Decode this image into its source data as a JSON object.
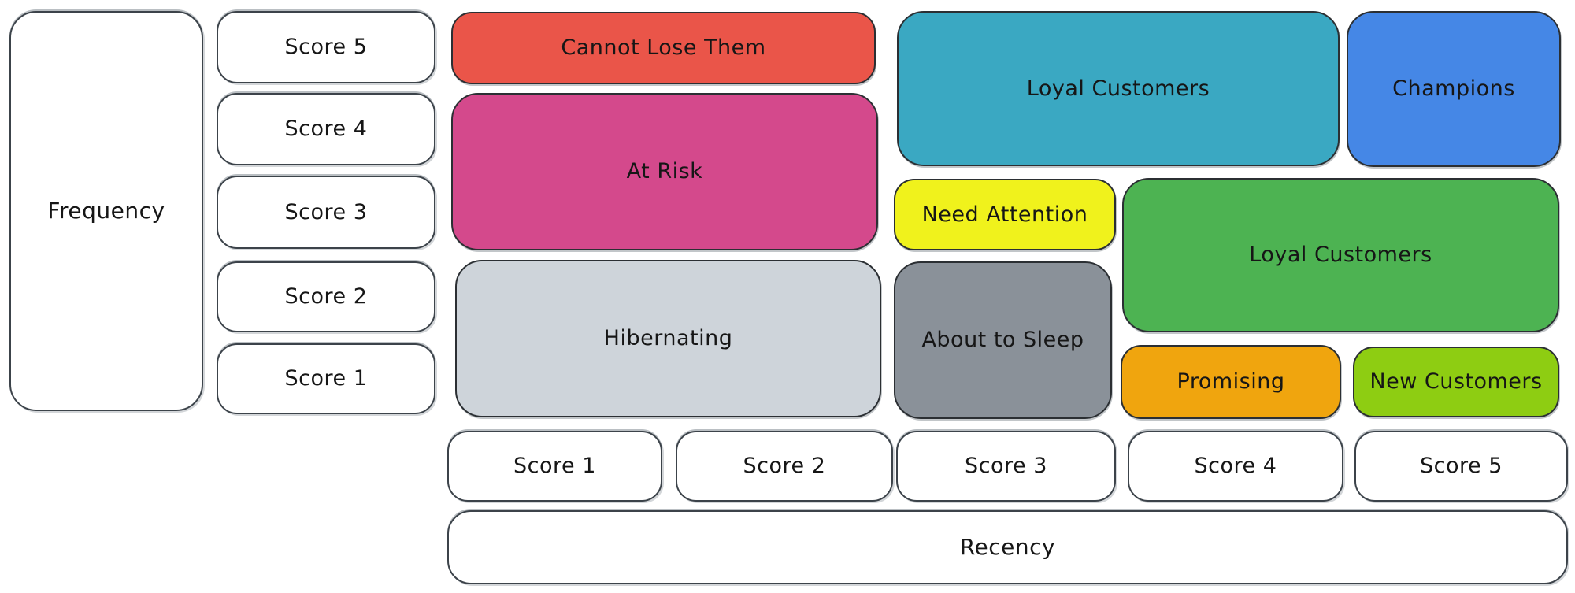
{
  "diagram": {
    "axes": {
      "frequency_label": "Frequency",
      "recency_label": "Recency",
      "frequency_scores": [
        "Score 5",
        "Score 4",
        "Score 3",
        "Score 2",
        "Score 1"
      ],
      "recency_scores": [
        "Score 1",
        "Score 2",
        "Score 3",
        "Score 4",
        "Score 5"
      ]
    },
    "segments": {
      "cannot_lose": {
        "label": "Cannot Lose Them",
        "color": "#ea5549"
      },
      "at_risk": {
        "label": "At Risk",
        "color": "#d4498c"
      },
      "hibernating": {
        "label": "Hibernating",
        "color": "#ced4da"
      },
      "loyal_top": {
        "label": "Loyal Customers",
        "color": "#3aa8c2"
      },
      "champions": {
        "label": "Champions",
        "color": "#4587e6"
      },
      "need_attention": {
        "label": "Need Attention",
        "color": "#f0f21c"
      },
      "loyal_mid": {
        "label": "Loyal Customers",
        "color": "#4db352"
      },
      "about_to_sleep": {
        "label": "About to Sleep",
        "color": "#8a9199"
      },
      "promising": {
        "label": "Promising",
        "color": "#f0a50e"
      },
      "new_customers": {
        "label": "New Customers",
        "color": "#8ecd12"
      }
    },
    "colors": {
      "background": "#ffffff",
      "outline": "#2b2f33",
      "text": "#161616"
    }
  }
}
